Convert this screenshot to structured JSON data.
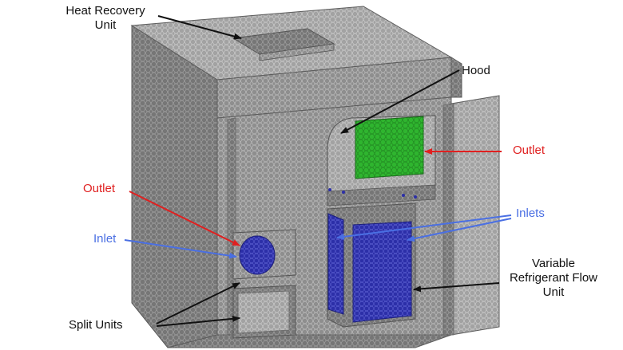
{
  "labels": {
    "heat_recovery": [
      "Heat Recovery",
      "Unit"
    ],
    "hood": "Hood",
    "outlet_right": "Outlet",
    "outlet_left": "Outlet",
    "inlets": "Inlets",
    "inlet": "Inlet",
    "vrf": [
      "Variable",
      "Refrigerant Flow",
      "Unit"
    ],
    "split_units": "Split Units"
  },
  "colors": {
    "mesh_face": "#8c8c8c",
    "mesh_dark": "#6f6f6f",
    "mesh_light": "#a3a3a3",
    "mesh_lines": "#c9c9c9",
    "inlet_fill": "#2c2fa8",
    "outlet_fill": "#2fb52f",
    "label_black": "#111111",
    "label_red": "#e02020",
    "label_blue": "#4a6fe3"
  }
}
